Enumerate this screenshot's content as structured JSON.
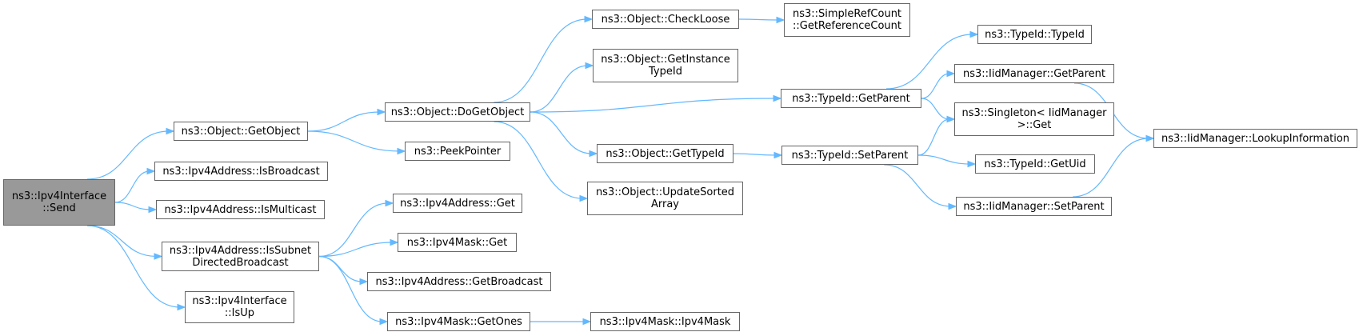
{
  "nodes": [
    {
      "id": "send",
      "lines": [
        "ns3::Ipv4Interface",
        "::Send"
      ],
      "root": true
    },
    {
      "id": "getobject",
      "lines": [
        "ns3::Object::GetObject"
      ]
    },
    {
      "id": "isbroadcast",
      "lines": [
        "ns3::Ipv4Address::IsBroadcast"
      ]
    },
    {
      "id": "ismulticast",
      "lines": [
        "ns3::Ipv4Address::IsMulticast"
      ]
    },
    {
      "id": "issubnet",
      "lines": [
        "ns3::Ipv4Address::IsSubnet",
        "DirectedBroadcast"
      ]
    },
    {
      "id": "isup",
      "lines": [
        "ns3::Ipv4Interface",
        "::IsUp"
      ]
    },
    {
      "id": "dogetobject",
      "lines": [
        "ns3::Object::DoGetObject"
      ]
    },
    {
      "id": "peekpointer",
      "lines": [
        "ns3::PeekPointer"
      ]
    },
    {
      "id": "addrget",
      "lines": [
        "ns3::Ipv4Address::Get"
      ]
    },
    {
      "id": "maskget",
      "lines": [
        "ns3::Ipv4Mask::Get"
      ]
    },
    {
      "id": "getbroadcast",
      "lines": [
        "ns3::Ipv4Address::GetBroadcast"
      ]
    },
    {
      "id": "getones",
      "lines": [
        "ns3::Ipv4Mask::GetOnes"
      ]
    },
    {
      "id": "checkloose",
      "lines": [
        "ns3::Object::CheckLoose"
      ]
    },
    {
      "id": "getinstancetypeid",
      "lines": [
        "ns3::Object::GetInstance",
        "TypeId"
      ]
    },
    {
      "id": "gettypeid",
      "lines": [
        "ns3::Object::GetTypeId"
      ]
    },
    {
      "id": "updatesorted",
      "lines": [
        "ns3::Object::UpdateSorted",
        "Array"
      ]
    },
    {
      "id": "ipv4mask",
      "lines": [
        "ns3::Ipv4Mask::Ipv4Mask"
      ]
    },
    {
      "id": "getrefcount",
      "lines": [
        "ns3::SimpleRefCount",
        "::GetReferenceCount"
      ]
    },
    {
      "id": "typeidgetparent",
      "lines": [
        "ns3::TypeId::GetParent"
      ]
    },
    {
      "id": "setparent",
      "lines": [
        "ns3::TypeId::SetParent"
      ]
    },
    {
      "id": "typeidctor",
      "lines": [
        "ns3::TypeId::TypeId"
      ]
    },
    {
      "id": "iidgetparent",
      "lines": [
        "ns3::IidManager::GetParent"
      ]
    },
    {
      "id": "singletonget",
      "lines": [
        "ns3::Singleton< IidManager",
        ">::Get"
      ]
    },
    {
      "id": "getuid",
      "lines": [
        "ns3::TypeId::GetUid"
      ]
    },
    {
      "id": "iidsetparent",
      "lines": [
        "ns3::IidManager::SetParent"
      ]
    },
    {
      "id": "lookupinfo",
      "lines": [
        "ns3::IidManager::LookupInformation"
      ]
    }
  ],
  "edges": [
    [
      "send",
      "getobject"
    ],
    [
      "send",
      "isbroadcast"
    ],
    [
      "send",
      "ismulticast"
    ],
    [
      "send",
      "issubnet"
    ],
    [
      "send",
      "isup"
    ],
    [
      "getobject",
      "dogetobject"
    ],
    [
      "getobject",
      "peekpointer"
    ],
    [
      "issubnet",
      "addrget"
    ],
    [
      "issubnet",
      "maskget"
    ],
    [
      "issubnet",
      "getbroadcast"
    ],
    [
      "issubnet",
      "getones"
    ],
    [
      "dogetobject",
      "checkloose"
    ],
    [
      "dogetobject",
      "getinstancetypeid"
    ],
    [
      "dogetobject",
      "typeidgetparent"
    ],
    [
      "dogetobject",
      "gettypeid"
    ],
    [
      "dogetobject",
      "updatesorted"
    ],
    [
      "getones",
      "ipv4mask"
    ],
    [
      "checkloose",
      "getrefcount"
    ],
    [
      "gettypeid",
      "setparent"
    ],
    [
      "typeidgetparent",
      "typeidctor"
    ],
    [
      "typeidgetparent",
      "iidgetparent"
    ],
    [
      "typeidgetparent",
      "singletonget"
    ],
    [
      "setparent",
      "singletonget"
    ],
    [
      "setparent",
      "getuid"
    ],
    [
      "setparent",
      "iidsetparent"
    ],
    [
      "iidgetparent",
      "lookupinfo"
    ],
    [
      "iidsetparent",
      "lookupinfo"
    ]
  ],
  "colors": {
    "edge": "#63b8ff",
    "root_fill": "#999999",
    "node_border": "#666666"
  }
}
